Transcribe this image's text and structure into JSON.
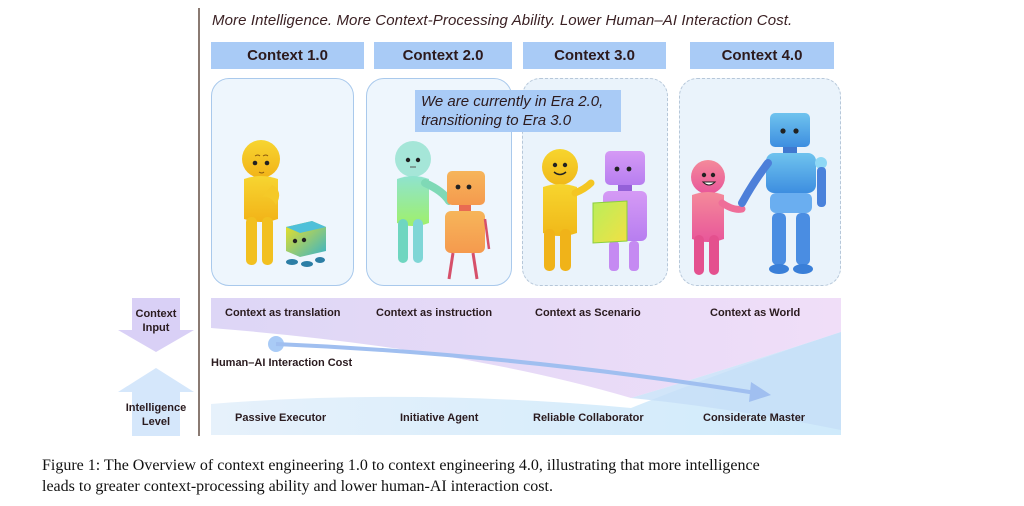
{
  "header": {
    "tagline": "More Intelligence. More Context-Processing Ability. Lower Human–AI Interaction Cost."
  },
  "eras": [
    {
      "label": "Context 1.0",
      "context_role": "Context as translation",
      "intelligence_role": "Passive Executor",
      "scene": "confused yellow human with small blue-green box robot"
    },
    {
      "label": "Context 2.0",
      "context_role": "Context as instruction",
      "intelligence_role": "Initiative Agent",
      "scene": "teal-green human guiding orange robot"
    },
    {
      "label": "Context 3.0",
      "context_role": "Context as Scenario",
      "intelligence_role": "Reliable Collaborator",
      "scene": "smiling yellow human with purple robot holding green sheet"
    },
    {
      "label": "Context 4.0",
      "context_role": "Context as World",
      "intelligence_role": "Considerate Master",
      "scene": "pink human shaking hands with large blue robot"
    }
  ],
  "callout": {
    "line1": "We are currently  in Era 2.0,",
    "line2": "transitioning to Era 3.0"
  },
  "axes": {
    "context_input_line1": "Context",
    "context_input_line2": "Input",
    "intelligence_line1": "Intelligence",
    "intelligence_line2": "Level",
    "cost_label": "Human–AI Interaction Cost"
  },
  "caption": {
    "line1": "Figure 1: The Overview of context engineering 1.0 to context engineering 4.0, illustrating that more intelligence",
    "line2": "leads to greater context-processing ability and lower human-AI interaction cost."
  },
  "colors": {
    "header_fill": "#a9cbf6",
    "panel_fill": "#eef6fd",
    "context_band": "#e6dcf7",
    "intelligence_band": "#d6ecfb",
    "arrow": "#a3c3f1",
    "divider": "#8a7a72"
  }
}
